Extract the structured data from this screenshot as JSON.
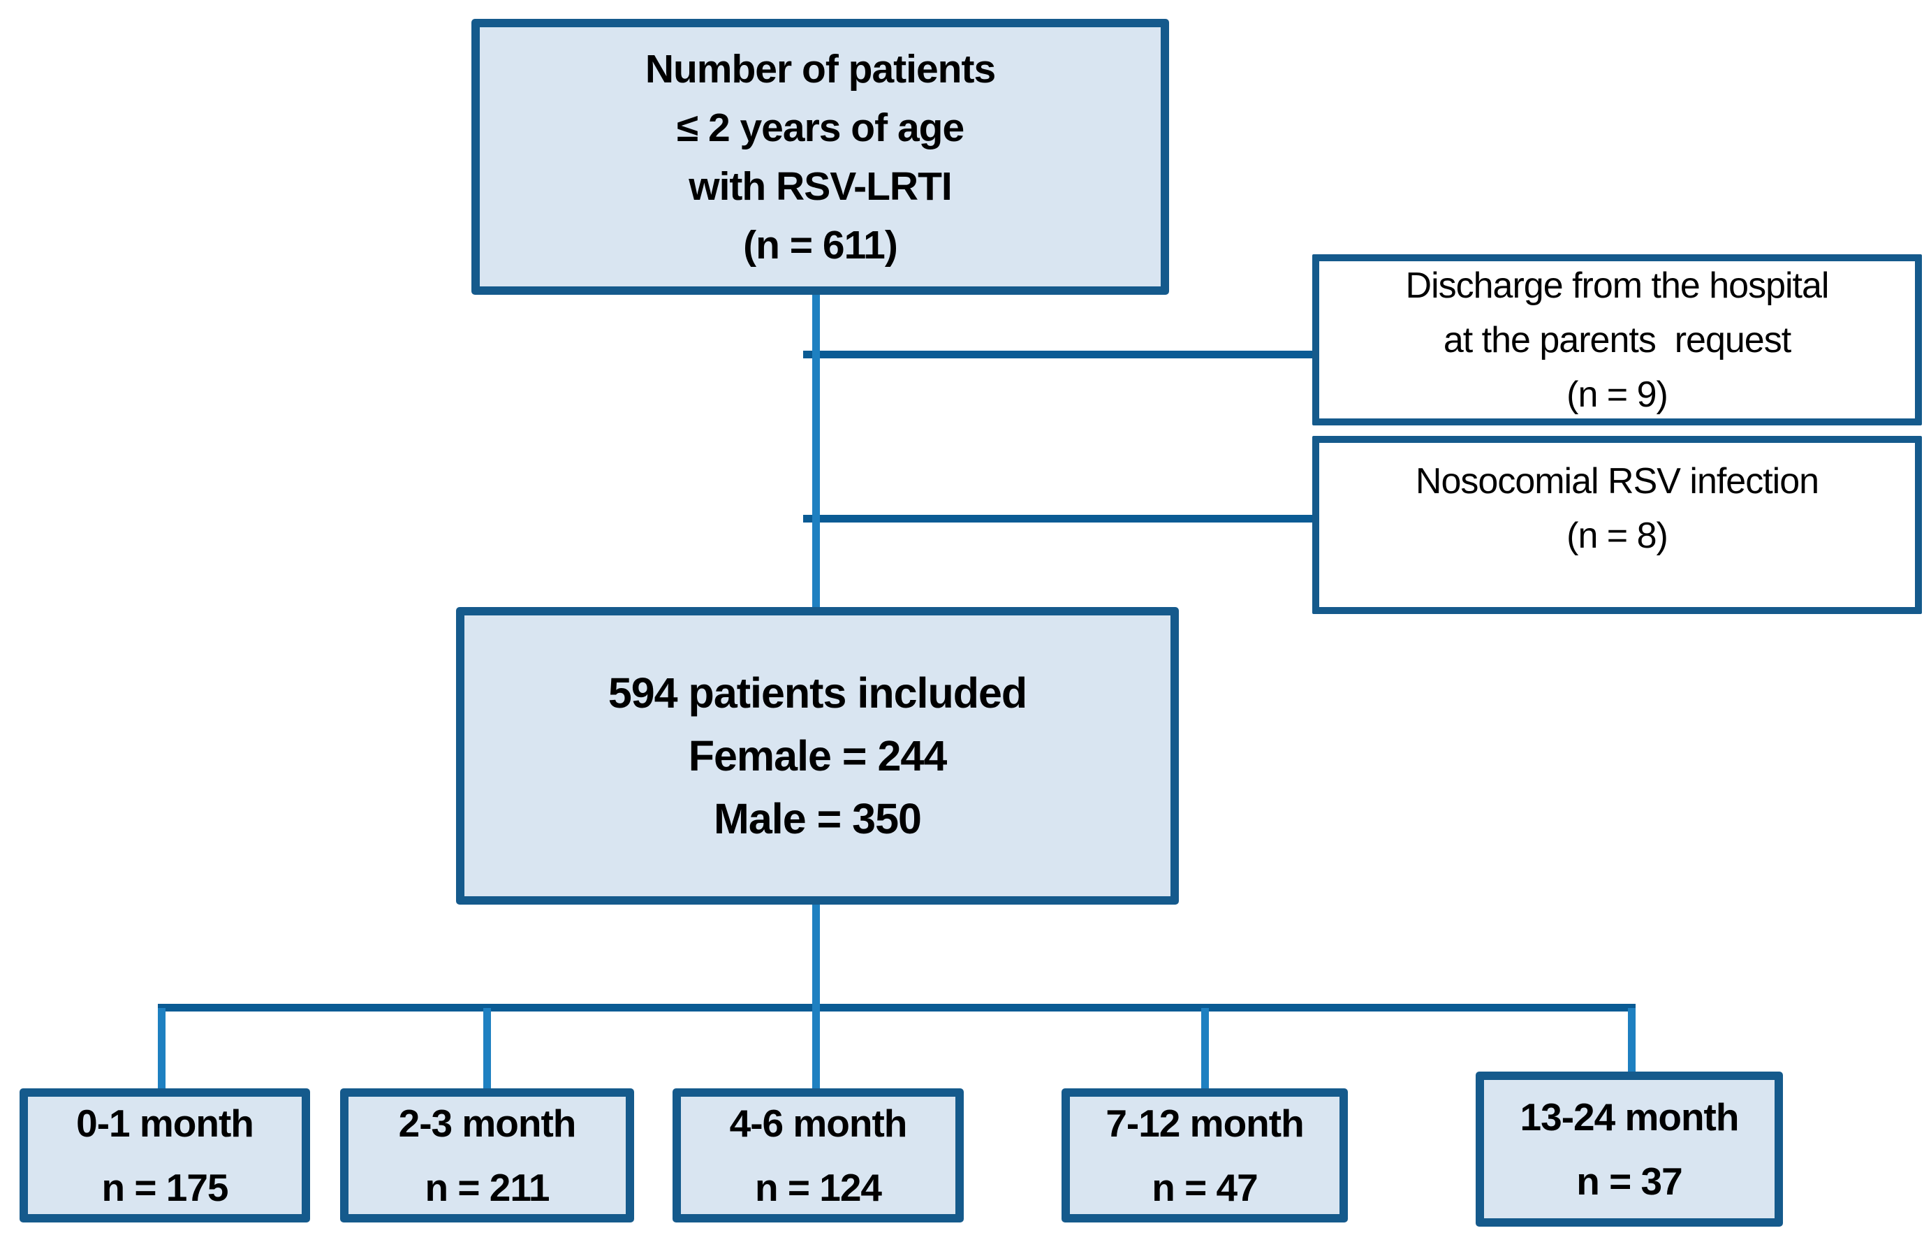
{
  "figure": {
    "type": "patient-flow-diagram",
    "enrollment_box": {
      "lines": [
        "Number of patients",
        "≤ 2 years of age",
        "with RSV-LRTI",
        "(n = 611)"
      ]
    },
    "exclusions": [
      {
        "lines": [
          "Discharge from the hospital",
          "at the parents  request",
          "(n = 9)"
        ]
      },
      {
        "lines": [
          "Nosocomial RSV infection",
          "(n = 8)"
        ]
      }
    ],
    "included_box": {
      "lines": [
        "594 patients included",
        "Female = 244",
        "Male = 350"
      ]
    },
    "age_group_boxes": [
      {
        "label": "0-1 month",
        "count": "n = 175"
      },
      {
        "label": "2-3 month",
        "count": "n = 211"
      },
      {
        "label": "4-6 month",
        "count": "n = 124"
      },
      {
        "label": "7-12 month",
        "count": "n = 47"
      },
      {
        "label": "13-24 month",
        "count": "n = 37"
      }
    ],
    "colors": {
      "box_fill": "#d9e5f1",
      "box_border": "#155a8c",
      "exclusion_box_fill": "#ffffff",
      "connector_dark": "#0a5b94",
      "connector_light": "#1e80c1",
      "text": "#000000",
      "background": "#ffffff"
    }
  }
}
